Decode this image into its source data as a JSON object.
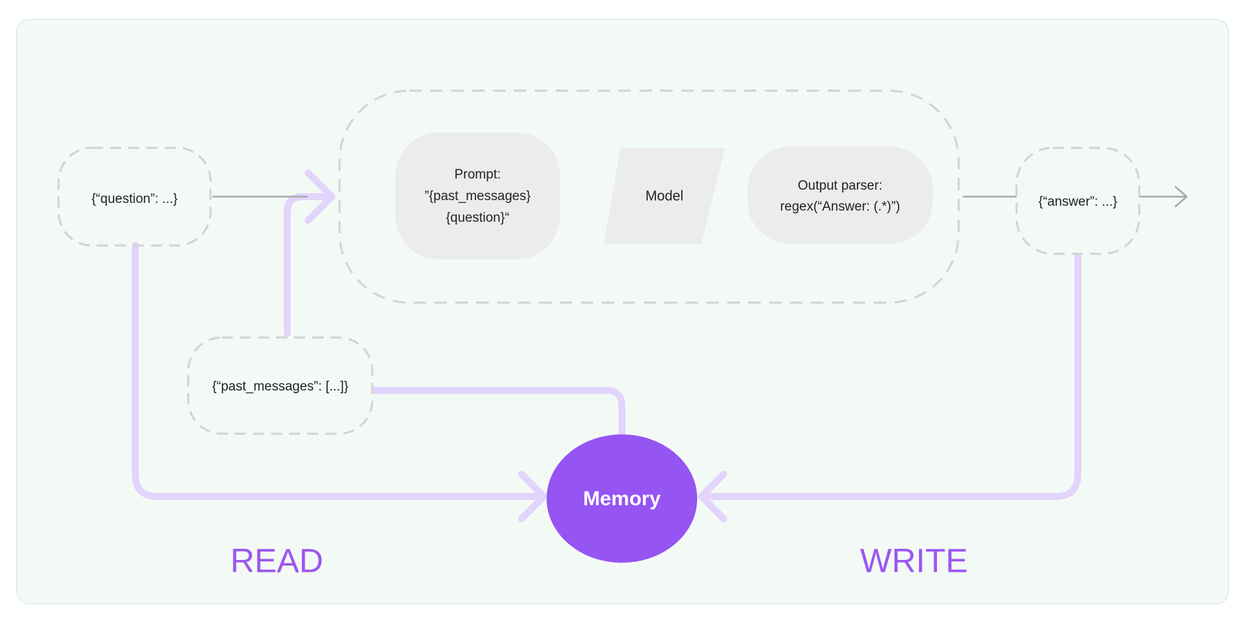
{
  "nodes": {
    "question_input": "{“question”: ...}",
    "prompt_line1": "Prompt:",
    "prompt_line2": "”{past_messages}",
    "prompt_line3": "{question}“",
    "model": "Model",
    "parser_line1": "Output parser:",
    "parser_line2": "regex(“Answer: (.*)”)",
    "answer_output": "{“answer”: ...}",
    "past_messages": "{“past_messages”: [...]}",
    "memory": "Memory"
  },
  "labels": {
    "read": "READ",
    "write": "WRITE"
  },
  "colors": {
    "background": "#f3faf6",
    "frame_border": "#e2f1e8",
    "dashed_border": "#d3d3d3",
    "node_fill": "#ececec",
    "gray_connector": "#a9a9a9",
    "lavender_connector": "#e2d4fb",
    "memory_fill": "#9654f2",
    "label_purple": "#9b57f0",
    "text": "#222222"
  }
}
